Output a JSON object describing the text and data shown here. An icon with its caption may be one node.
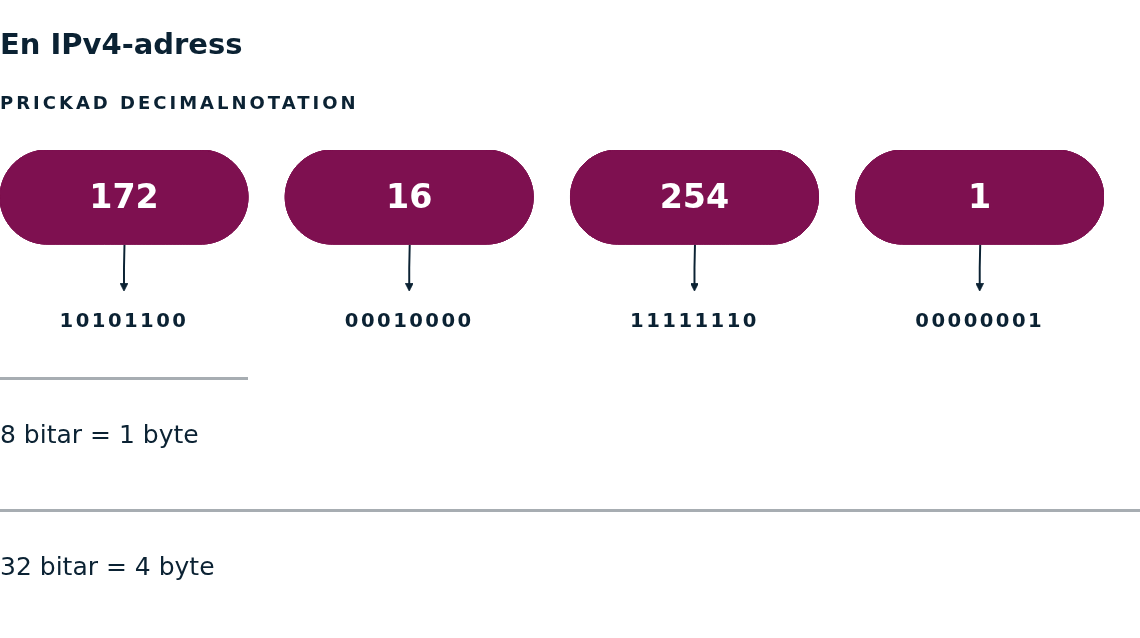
{
  "diagram": {
    "title": "En IPv4-adress",
    "nodes": [
      {
        "text": [
          "172"
        ]
      },
      {
        "text": [
          "16"
        ]
      },
      {
        "text": [
          "254"
        ]
      },
      {
        "text": [
          "1"
        ]
      },
      {
        "text": [
          "10101100"
        ]
      },
      {
        "text": [
          "00010000"
        ]
      },
      {
        "text": [
          "11111110"
        ]
      },
      {
        "text": [
          "00000001"
        ]
      }
    ],
    "edges": [
      {
        "from": 0,
        "to": 4,
        "arrow": "to"
      },
      {
        "from": 1,
        "to": 5,
        "arrow": "to"
      },
      {
        "from": 2,
        "to": 6,
        "arrow": "to"
      },
      {
        "from": 3,
        "to": 7,
        "arrow": "to"
      }
    ],
    "labels": [
      "PRICKAD DECIMALNOTATION",
      "8 bitar = 1 byte",
      "32 bitar = 4 byte"
    ]
  }
}
